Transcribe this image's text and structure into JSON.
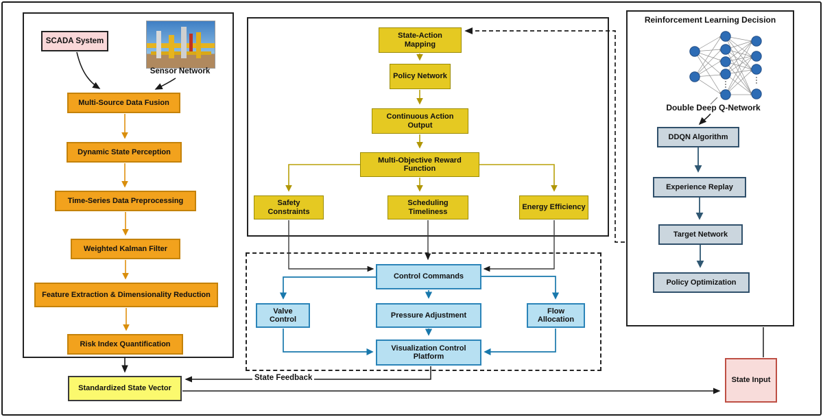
{
  "diagram": {
    "left_panel": {
      "scada": "SCADA System",
      "sensor_label": "Sensor Network",
      "steps": [
        "Multi-Source Data Fusion",
        "Dynamic State Perception",
        "Time-Series Data Preprocessing",
        "Weighted Kalman Filter",
        "Feature Extraction & Dimensionality Reduction",
        "Risk Index Quantification"
      ]
    },
    "state_vector": "Standardized State Vector",
    "policy_panel": {
      "state_action_mapping": "State-Action Mapping",
      "policy_network": "Policy Network",
      "continuous_action_output": "Continuous Action Output",
      "reward_function": "Multi-Objective Reward Function",
      "safety_constraints": "Safety Constraints",
      "scheduling_timeliness": "Scheduling Timeliness",
      "energy_efficiency": "Energy Efficiency"
    },
    "control_panel": {
      "control_commands": "Control Commands",
      "valve_control": "Valve Control",
      "pressure_adjustment": "Pressure Adjustment",
      "flow_allocation": "Flow Allocation",
      "visualization_platform": "Visualization Control Platform"
    },
    "rl_panel": {
      "title": "Reinforcement Learning Decision",
      "nn_label": "Double Deep Q-Network",
      "boxes": [
        "DDQN Algorithm",
        "Experience Replay",
        "Target Network",
        "Policy Optimization"
      ]
    },
    "state_input": "State Input",
    "state_feedback_label": "State Feedback",
    "colors": {
      "perception_box": "#F2A21D",
      "policy_box": "#E5C922",
      "control_box": "#B7E0F2",
      "rl_box": "#CBD6DE",
      "scada_box": "#F9D7D8",
      "state_vector_box": "#FBF96E",
      "state_input_box": "#F8DCDA",
      "state_input_border": "#BE4F44",
      "nn_node": "#2D6CB5"
    }
  }
}
